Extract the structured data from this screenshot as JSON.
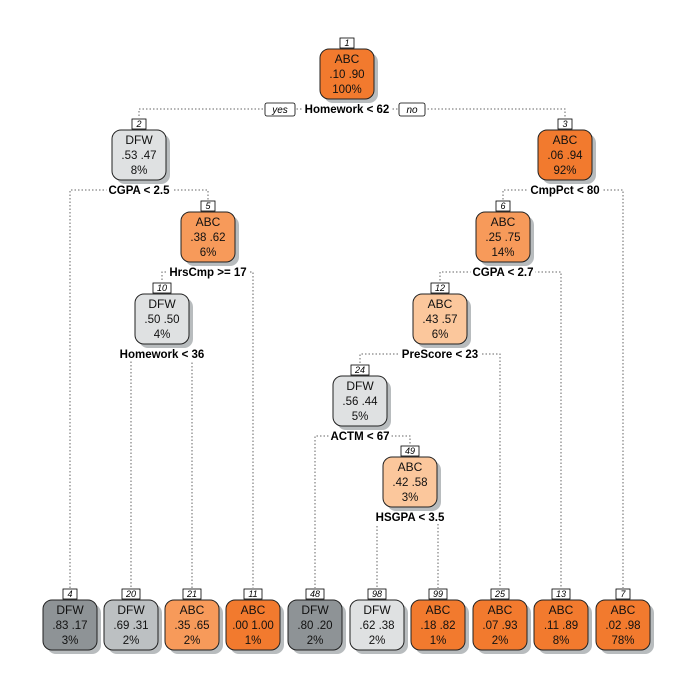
{
  "colors": {
    "abc_strong": "#f27a2e",
    "abc_mid": "#f79a5a",
    "abc_light": "#fbc79c",
    "dfw_light": "#dfe1e2",
    "dfw_mid": "#bcc0c2",
    "dfw_dark": "#8e9396",
    "shadow": "#b8bcbe",
    "border": "#222222"
  },
  "branch_labels": {
    "yes": "yes",
    "no": "no"
  },
  "nodes": [
    {
      "id": "1",
      "class": "ABC",
      "probs": ".10 .90",
      "pct": "100%",
      "fill": "abc_strong",
      "split": "Homework < 62"
    },
    {
      "id": "2",
      "class": "DFW",
      "probs": ".53 .47",
      "pct": "8%",
      "fill": "dfw_light",
      "split": "CGPA < 2.5"
    },
    {
      "id": "3",
      "class": "ABC",
      "probs": ".06 .94",
      "pct": "92%",
      "fill": "abc_strong",
      "split": "CmpPct < 80"
    },
    {
      "id": "5",
      "class": "ABC",
      "probs": ".38 .62",
      "pct": "6%",
      "fill": "abc_mid",
      "split": "HrsCmp >= 17"
    },
    {
      "id": "6",
      "class": "ABC",
      "probs": ".25 .75",
      "pct": "14%",
      "fill": "abc_mid",
      "split": "CGPA < 2.7"
    },
    {
      "id": "10",
      "class": "DFW",
      "probs": ".50 .50",
      "pct": "4%",
      "fill": "dfw_light",
      "split": "Homework < 36"
    },
    {
      "id": "12",
      "class": "ABC",
      "probs": ".43 .57",
      "pct": "6%",
      "fill": "abc_light",
      "split": "PreScore < 23"
    },
    {
      "id": "24",
      "class": "DFW",
      "probs": ".56 .44",
      "pct": "5%",
      "fill": "dfw_light",
      "split": "ACTM < 67"
    },
    {
      "id": "49",
      "class": "ABC",
      "probs": ".42 .58",
      "pct": "3%",
      "fill": "abc_light",
      "split": "HSGPA < 3.5"
    },
    {
      "id": "4",
      "class": "DFW",
      "probs": ".83 .17",
      "pct": "3%",
      "fill": "dfw_dark",
      "split": ""
    },
    {
      "id": "20",
      "class": "DFW",
      "probs": ".69 .31",
      "pct": "2%",
      "fill": "dfw_mid",
      "split": ""
    },
    {
      "id": "21",
      "class": "ABC",
      "probs": ".35 .65",
      "pct": "2%",
      "fill": "abc_mid",
      "split": ""
    },
    {
      "id": "11",
      "class": "ABC",
      "probs": ".00 1.00",
      "pct": "1%",
      "fill": "abc_strong",
      "split": ""
    },
    {
      "id": "48",
      "class": "DFW",
      "probs": ".80 .20",
      "pct": "2%",
      "fill": "dfw_dark",
      "split": ""
    },
    {
      "id": "98",
      "class": "DFW",
      "probs": ".62 .38",
      "pct": "2%",
      "fill": "dfw_light",
      "split": ""
    },
    {
      "id": "99",
      "class": "ABC",
      "probs": ".18 .82",
      "pct": "1%",
      "fill": "abc_strong",
      "split": ""
    },
    {
      "id": "25",
      "class": "ABC",
      "probs": ".07 .93",
      "pct": "2%",
      "fill": "abc_strong",
      "split": ""
    },
    {
      "id": "13",
      "class": "ABC",
      "probs": ".11 .89",
      "pct": "8%",
      "fill": "abc_strong",
      "split": ""
    },
    {
      "id": "7",
      "class": "ABC",
      "probs": ".02 .98",
      "pct": "78%",
      "fill": "abc_strong",
      "split": ""
    }
  ],
  "edges": [
    [
      "1",
      "2"
    ],
    [
      "1",
      "3"
    ],
    [
      "2",
      "4"
    ],
    [
      "2",
      "5"
    ],
    [
      "5",
      "10"
    ],
    [
      "5",
      "11"
    ],
    [
      "10",
      "20"
    ],
    [
      "10",
      "21"
    ],
    [
      "3",
      "6"
    ],
    [
      "3",
      "7"
    ],
    [
      "6",
      "12"
    ],
    [
      "6",
      "13"
    ],
    [
      "12",
      "24"
    ],
    [
      "12",
      "25"
    ],
    [
      "24",
      "48"
    ],
    [
      "24",
      "49"
    ],
    [
      "49",
      "98"
    ],
    [
      "49",
      "99"
    ]
  ]
}
